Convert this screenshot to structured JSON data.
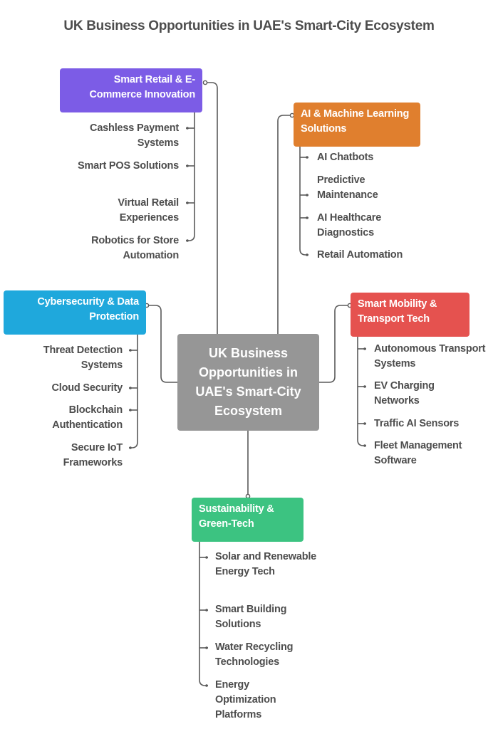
{
  "title": "UK Business Opportunities in UAE's Smart-City Ecosystem",
  "center": {
    "label": "UK Business Opportunities in UAE's Smart-City Ecosystem"
  },
  "branches": [
    {
      "id": "retail",
      "label": "Smart Retail & E-Commerce Innovation",
      "color": "#7c5ce6",
      "items": [
        "Cashless Payment Systems",
        "Smart POS Solutions",
        "Virtual Retail Experiences",
        "Robotics for Store Automation"
      ]
    },
    {
      "id": "ai",
      "label": "AI & Machine Learning Solutions",
      "color": "#e07f2e",
      "items": [
        "AI Chatbots",
        "Predictive Maintenance",
        "AI Healthcare Diagnostics",
        "Retail Automation"
      ]
    },
    {
      "id": "cyber",
      "label": "Cybersecurity & Data Protection",
      "color": "#1fa8dc",
      "items": [
        "Threat Detection Systems",
        "Cloud Security",
        "Blockchain Authentication",
        "Secure IoT Frameworks"
      ]
    },
    {
      "id": "mobility",
      "label": "Smart Mobility & Transport Tech",
      "color": "#e5524f",
      "items": [
        "Autonomous Transport Systems",
        "EV Charging Networks",
        "Traffic AI Sensors",
        "Fleet Management Software"
      ]
    },
    {
      "id": "green",
      "label": "Sustainability & Green-Tech",
      "color": "#3cc381",
      "items": [
        "Solar and Renewable Energy Tech",
        "Smart Building Solutions",
        "Water Recycling Technologies",
        "Energy Optimization Platforms"
      ]
    }
  ],
  "colors": {
    "connector": "#5a5a5a",
    "text": "#4d4d4d",
    "center": "#969696"
  }
}
